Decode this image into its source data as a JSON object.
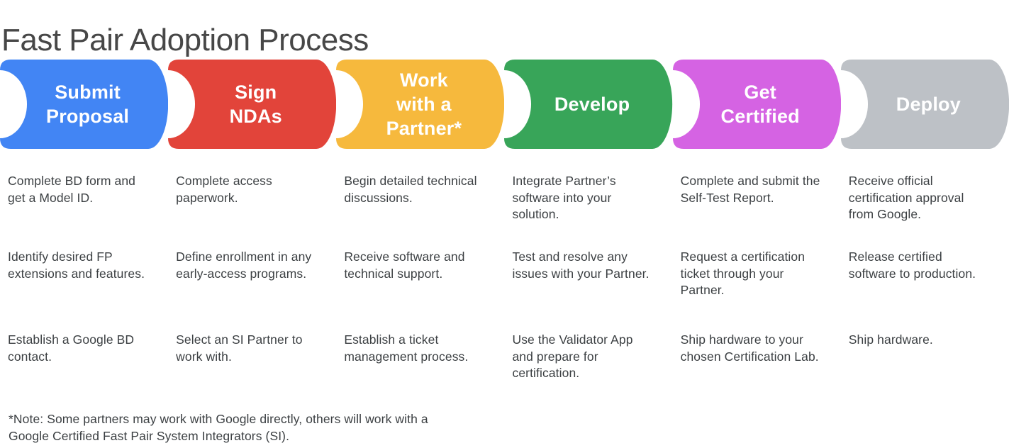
{
  "title": "Fast Pair Adoption Process",
  "colors": {
    "blue": "#4285F4",
    "red": "#E2443A",
    "yellow": "#F6B93D",
    "green": "#38A559",
    "magenta": "#D563E3",
    "gray": "#BDC1C6",
    "text": "#3c4043",
    "title_text": "#474747",
    "step_text": "#ffffff"
  },
  "steps": [
    {
      "label": "Submit\nProposal",
      "color": "#4285F4",
      "items": [
        "Complete BD form and get a Model ID.",
        "Identify desired FP extensions and features.",
        "Establish a Google BD contact."
      ]
    },
    {
      "label": "Sign\nNDAs",
      "color": "#E2443A",
      "items": [
        "Complete access paperwork.",
        "Define enrollment in any early-access programs.",
        "Select an SI Partner to work with."
      ]
    },
    {
      "label": "Work\nwith a\nPartner*",
      "color": "#F6B93D",
      "items": [
        "Begin detailed technical discussions.",
        "Receive software and technical support.",
        "Establish a ticket management process."
      ]
    },
    {
      "label": "Develop",
      "color": "#38A559",
      "items": [
        "Integrate Partner’s software into your solution.",
        "Test and resolve any issues with your Partner.",
        "Use the Validator App and prepare for certification."
      ]
    },
    {
      "label": "Get\nCertified",
      "color": "#D563E3",
      "items": [
        "Complete and submit the Self-Test Report.",
        "Request a certification ticket through your Partner.",
        "Ship hardware to your chosen Certification Lab."
      ]
    },
    {
      "label": "Deploy",
      "color": "#BDC1C6",
      "items": [
        "Receive official certification approval from Google.",
        "Release certified software to production.",
        "Ship hardware."
      ]
    }
  ],
  "footnote": "*Note: Some partners may work with Google directly, others will work with a\nGoogle Certified Fast Pair System Integrators (SI)."
}
